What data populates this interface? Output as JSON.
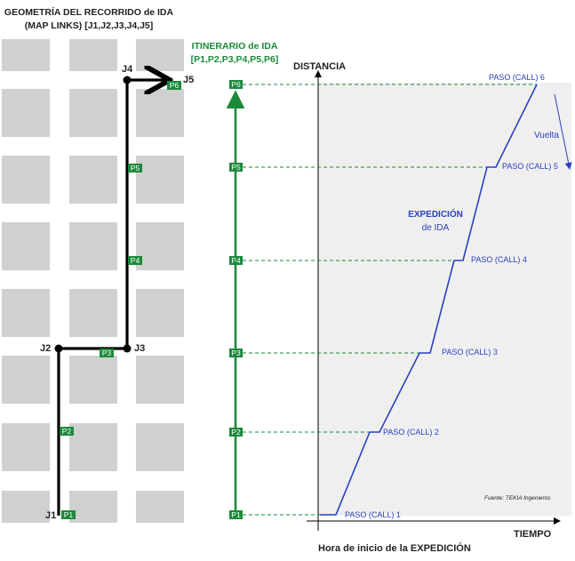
{
  "map": {
    "title_line1": "GEOMETRÍA DEL RECORRIDO de IDA",
    "title_line2": "(MAP LINKS) [J1,J2,J3,J4,J5]",
    "junctions": [
      "J1",
      "J2",
      "J3",
      "J4",
      "J5"
    ],
    "stops": [
      "P1",
      "P2",
      "P3",
      "P4",
      "P5",
      "P6"
    ]
  },
  "itinerary": {
    "title_line1": "ITINERARIO de IDA",
    "title_line2": "[P1,P2,P3,P4,P5,P6]"
  },
  "diagram": {
    "y_axis_label": "DISTANCIA",
    "x_axis_label": "TIEMPO",
    "origin_label": "Hora de inicio de la EXPEDICIÓN",
    "trip_label_line1": "EXPEDICIÓN",
    "trip_label_line2": "de IDA",
    "return_label": "Vuelta",
    "source_note": "Fuente: TEKIA Ingenieros",
    "axis_stops": [
      "P1",
      "P2",
      "P3",
      "P4",
      "P5",
      "P6"
    ],
    "calls": [
      "PASO (CALL) 1",
      "PASO (CALL) 2",
      "PASO (CALL) 3",
      "PASO (CALL) 4",
      "PASO (CALL) 5",
      "PASO (CALL) 6"
    ]
  },
  "colors": {
    "route": "#000000",
    "itinerary_green": "#1a8a3a",
    "trip_blue": "#2a3fc0",
    "block_gray": "#d0d0d0",
    "panel_gray": "#efefef"
  }
}
